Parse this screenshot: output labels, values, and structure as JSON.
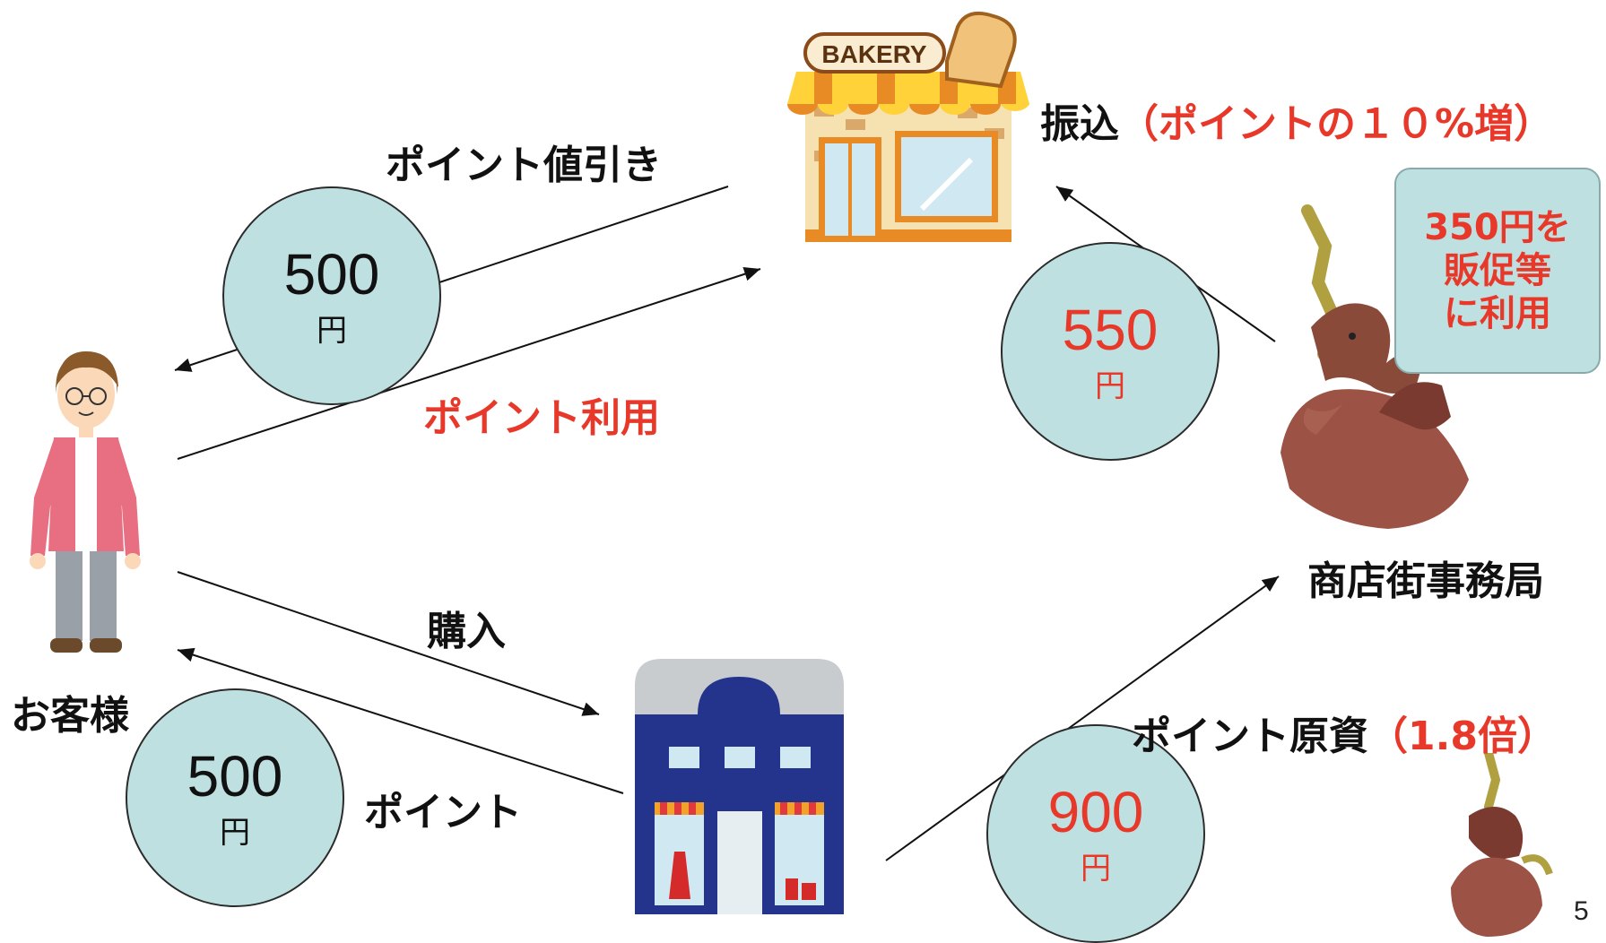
{
  "labels": {
    "point_discount": "ポイント値引き",
    "point_use": "ポイント利用",
    "purchase": "購入",
    "point": "ポイント",
    "customer": "お客様",
    "office": "商店街事務局",
    "transfer": "振込",
    "transfer_note": "（ポイントの１０%増）",
    "funding": "ポイント原資",
    "funding_note": "（1.8倍）",
    "bakery_sign": "BAKERY",
    "page_number": "5"
  },
  "coins": {
    "discount": {
      "amount": "500",
      "unit": "円",
      "color": "#111111"
    },
    "transfer": {
      "amount": "550",
      "unit": "円",
      "color": "#e8382a"
    },
    "point": {
      "amount": "500",
      "unit": "円",
      "color": "#111111"
    },
    "funding": {
      "amount": "900",
      "unit": "円",
      "color": "#e8382a"
    }
  },
  "note": {
    "line1": "350円を",
    "line2": "販促等",
    "line3": "に利用"
  },
  "icons": [
    "customer-icon",
    "bakery-shop-icon",
    "clothing-shop-icon",
    "mascot-statue-icon",
    "mascot-statue-small-icon"
  ]
}
